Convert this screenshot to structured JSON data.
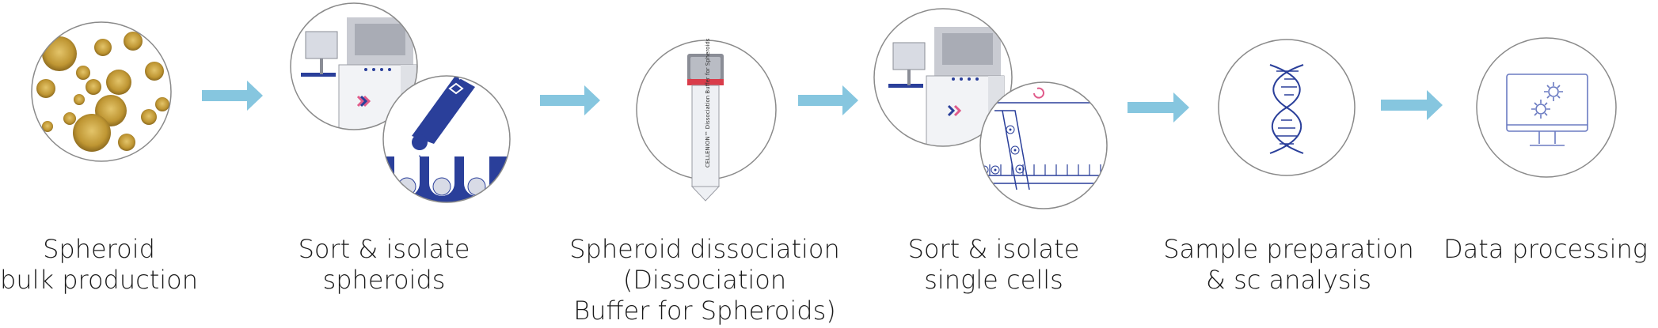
{
  "steps": [
    {
      "lines": [
        "Spheroid",
        "bulk production"
      ]
    },
    {
      "lines": [
        "Sort & isolate",
        "spheroids"
      ]
    },
    {
      "lines": [
        "Spheroid dissociation",
        "(Dissociation",
        "Buffer for Spheroids)"
      ]
    },
    {
      "lines": [
        "Sort & isolate",
        "single cells"
      ]
    },
    {
      "lines": [
        "Sample preparation",
        "& sc analysis"
      ]
    },
    {
      "lines": [
        "Data processing"
      ]
    }
  ],
  "tube_label": "CELLENION™ Dissociation Buffer for Spheroids",
  "colors": {
    "arrow": "#86c6df",
    "accent_blue": "#2a3f9a",
    "outline": "#8a8a8a",
    "spheroid": "#c8a23c",
    "dna": "#2a3f9a",
    "monitor": "#6b7bc2"
  }
}
